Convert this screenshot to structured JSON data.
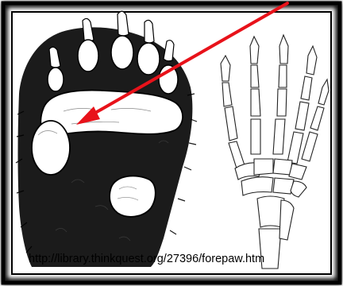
{
  "figure": {
    "caption_url": "http://library.thinkquest.org/27396/forepaw.htm",
    "left_panel": "bear-paw-pads-drawing",
    "right_panel": "forepaw-skeleton-drawing",
    "arrow_color": "#e8121a",
    "frame_color": "#000000",
    "background_color": "#ffffff"
  }
}
